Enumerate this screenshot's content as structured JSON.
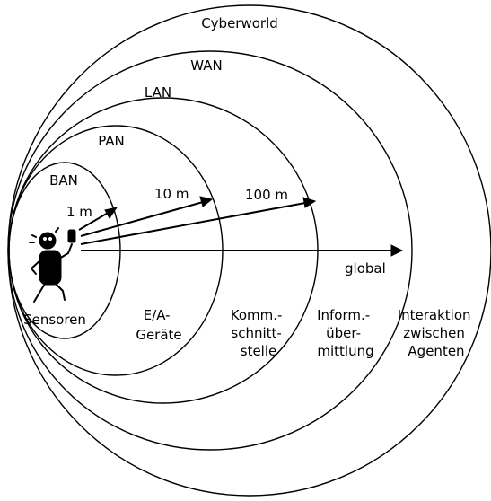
{
  "rings": {
    "cyberworld": "Cyberworld",
    "wan": "WAN",
    "lan": "LAN",
    "pan": "PAN",
    "ban": "BAN"
  },
  "distances": {
    "d1": "1 m",
    "d10": "10 m",
    "d100": "100 m",
    "global": "global"
  },
  "zones": {
    "sensoren": "Sensoren",
    "ea": [
      "E/A-",
      "Geräte"
    ],
    "komm": [
      "Komm.-",
      "schnitt-",
      "stelle"
    ],
    "inform": [
      "Inform.-",
      "über-",
      "mittlung"
    ],
    "interaktion": [
      "Interaktion",
      "zwischen",
      "Agenten"
    ]
  }
}
